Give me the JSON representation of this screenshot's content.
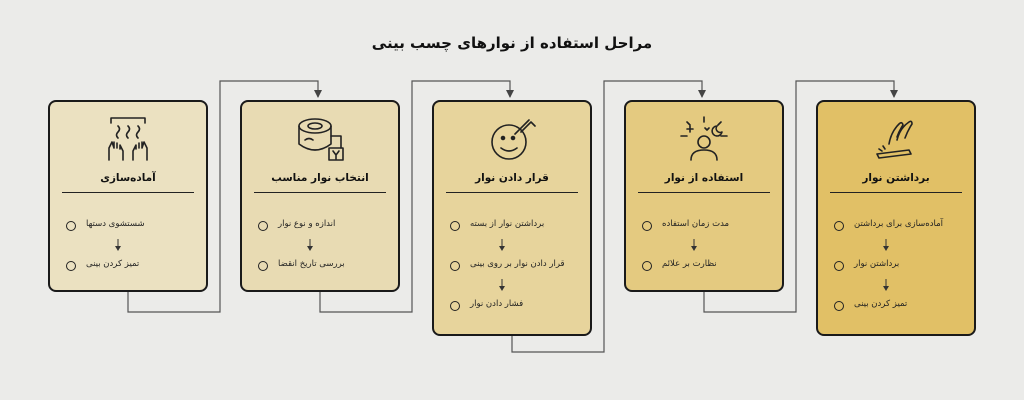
{
  "title": "مراحل استفاده از نوارهای چسب بینی",
  "steps": [
    {
      "title": "آماده‌سازی",
      "icon": "hands-washing-icon",
      "fill": "#ebe1c1",
      "items": [
        "شستشوی دستها",
        "تمیز کردن بینی"
      ]
    },
    {
      "title": "انتخاب نوار مناسب",
      "icon": "tape-roll-icon",
      "fill": "#e8dbb3",
      "items": [
        "اندازه و نوع نوار",
        "بررسی تاریخ انقضا"
      ]
    },
    {
      "title": "قرار دادن نوار",
      "icon": "face-tape-icon",
      "fill": "#e7d49c",
      "items": [
        "برداشتن نوار از بسته",
        "قرار دادن نوار بر روی بینی",
        "فشار دادن نوار"
      ]
    },
    {
      "title": "استفاده از نوار",
      "icon": "sleeping-person-icon",
      "fill": "#e4ca80",
      "items": [
        "مدت زمان استفاده",
        "نظارت بر علائم"
      ]
    },
    {
      "title": "برداشتن نوار",
      "icon": "peel-tape-icon",
      "fill": "#e1c066",
      "items": [
        "آماده‌سازی برای برداشتن",
        "برداشتن نوار",
        "تمیز کردن بینی"
      ]
    }
  ]
}
